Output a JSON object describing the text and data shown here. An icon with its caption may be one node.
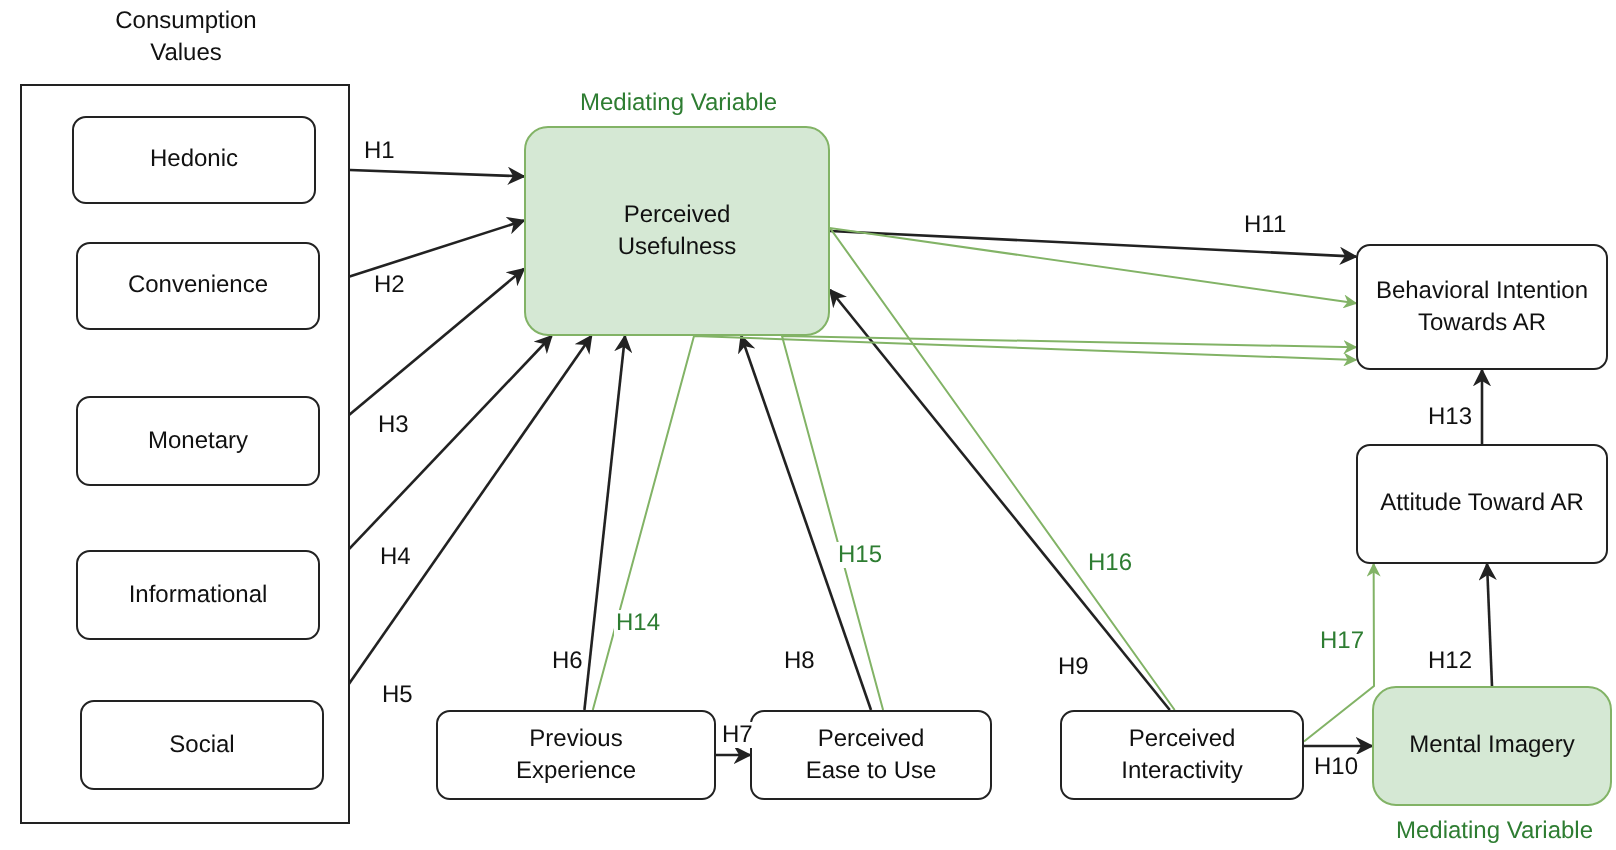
{
  "diagram": {
    "nodes": [
      {
        "text": [
          "Consumption Values"
        ]
      },
      {
        "text": [
          "Hedonic"
        ],
        "in": 0
      },
      {
        "text": [
          "Convenience"
        ],
        "in": 0
      },
      {
        "text": [
          "Monetary"
        ],
        "in": 0
      },
      {
        "text": [
          "Informational"
        ],
        "in": 0
      },
      {
        "text": [
          "Social"
        ],
        "in": 0
      },
      {
        "text": [
          "Perceived Usefulness"
        ],
        "beside": [
          "Mediating Variable"
        ]
      },
      {
        "text": [
          "Behavioral Intention Towards AR"
        ]
      },
      {
        "text": [
          "Attitude Toward AR"
        ]
      },
      {
        "text": [
          "Previous Experience"
        ]
      },
      {
        "text": [
          "Perceived Ease to Use"
        ]
      },
      {
        "text": [
          "Perceived Interactivity"
        ]
      },
      {
        "text": [
          "Mental Imagery"
        ],
        "beside": [
          "Mediating Variable"
        ]
      }
    ],
    "edges": [
      {
        "from": 1,
        "to": 6,
        "arrow": "to",
        "label": "H1"
      },
      {
        "from": 2,
        "to": 6,
        "arrow": "to",
        "label": "H2"
      },
      {
        "from": 3,
        "to": 6,
        "arrow": "to",
        "label": "H3"
      },
      {
        "from": 4,
        "to": 6,
        "arrow": "to",
        "label": "H4"
      },
      {
        "from": 5,
        "to": 6,
        "arrow": "to",
        "label": "H5"
      },
      {
        "from": 9,
        "to": 6,
        "arrow": "to",
        "label": "H6"
      },
      {
        "from": 9,
        "to": 10,
        "arrow": "to",
        "label": "H7"
      },
      {
        "from": 10,
        "to": 6,
        "arrow": "to",
        "label": "H8"
      },
      {
        "from": 11,
        "to": 6,
        "arrow": "to",
        "label": "H9"
      },
      {
        "from": 11,
        "to": 12,
        "arrow": "to",
        "label": "H10"
      },
      {
        "from": 6,
        "to": 7,
        "arrow": "to",
        "label": "H11"
      },
      {
        "from": 12,
        "to": 8,
        "arrow": "to",
        "label": "H12"
      },
      {
        "from": 8,
        "to": 7,
        "arrow": "to",
        "label": "H13"
      },
      {
        "from": 9,
        "to": 7,
        "arrow": "to",
        "label": "H14",
        "color": "#82b366"
      },
      {
        "from": 10,
        "to": 7,
        "arrow": "to",
        "label": "H15",
        "color": "#82b366"
      },
      {
        "from": 11,
        "to": 7,
        "arrow": "to",
        "label": "H16",
        "color": "#82b366"
      },
      {
        "from": 11,
        "to": 8,
        "arrow": "to",
        "label": "H17",
        "color": "#82b366"
      }
    ]
  }
}
